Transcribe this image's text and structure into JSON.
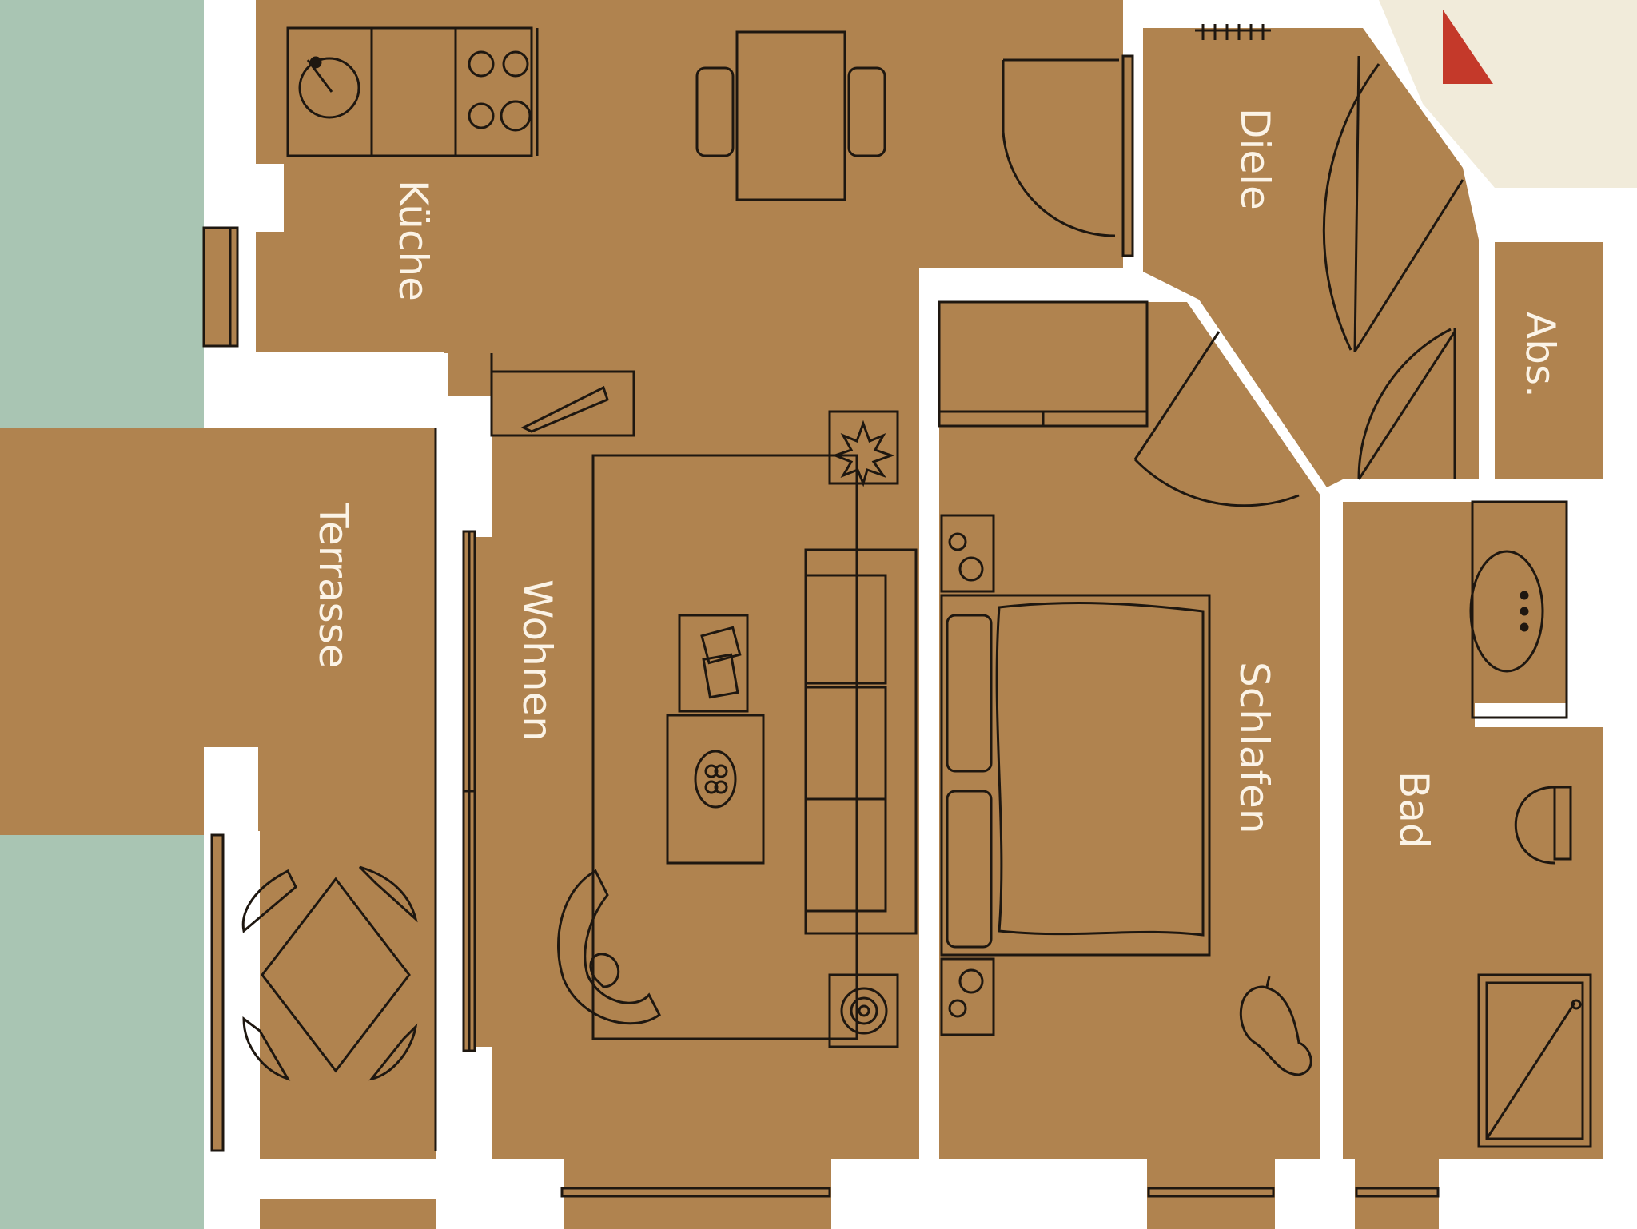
{
  "colors": {
    "floor": "#b0834f",
    "wall": "#ffffff",
    "line": "#1e1710",
    "garden": "#a9c5b3",
    "exterior": "#f1ebda",
    "marker": "#c4392a",
    "label": "#fbf3e6"
  },
  "rooms": {
    "kueche": "Küche",
    "diele": "Diele",
    "abs": "Abs.",
    "terrasse": "Terrasse",
    "wohnen": "Wohnen",
    "schlafen": "Schlafen",
    "bad": "Bad"
  },
  "symbols": [
    "sink-icon",
    "cooktop-icon",
    "dining-table-icon",
    "door-swing-icon",
    "window-icon",
    "fireplace-icon",
    "plant-icon",
    "sofa-icon",
    "coffee-table-icon",
    "armchair-icon",
    "speaker-icon",
    "bed-icon",
    "nightstand-lamp-icon",
    "chair-icon",
    "washbasin-icon",
    "toilet-icon",
    "shower-icon",
    "patio-table-icon",
    "entrance-marker-icon"
  ]
}
